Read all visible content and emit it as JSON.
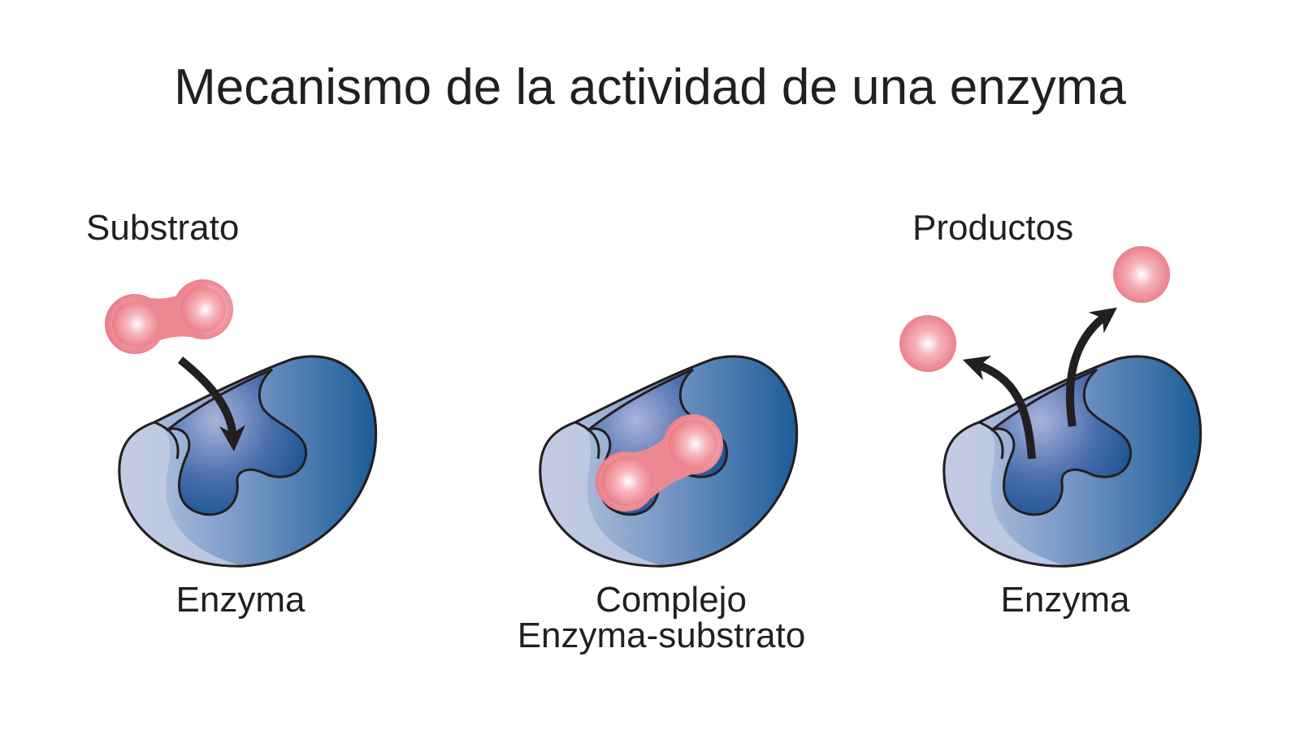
{
  "title": "Mecanismo de la actividad de una enzyma",
  "panels": {
    "left": {
      "top_label": "Substrato",
      "bottom_label": "Enzyma"
    },
    "middle": {
      "bottom_label_line1": "Complejo",
      "bottom_label_line2": "Enzyma-substrato"
    },
    "right": {
      "top_label": "Productos",
      "bottom_label": "Enzyma"
    }
  },
  "colors": {
    "enzyme_dark": "#1d5c99",
    "enzyme_light": "#c3cbe3",
    "substrate": "#e8707b",
    "arrow": "#231f20"
  }
}
